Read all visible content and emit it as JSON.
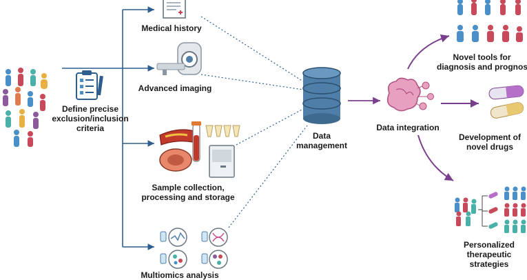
{
  "labels": {
    "criteria": [
      "Define precise",
      "exclusion/inclusion",
      "criteria"
    ],
    "medical_history": "Medical history",
    "advanced_imaging": "Advanced imaging",
    "sample": [
      "Sample collection,",
      "processing and storage"
    ],
    "multiomics": "Multiomics analysis",
    "data_management": [
      "Data",
      "management"
    ],
    "data_integration": "Data integration",
    "novel_tools": [
      "Novel tools for",
      "diagnosis and prognosis"
    ],
    "novel_drugs": [
      "Development of",
      "novel drugs"
    ],
    "personalized": [
      "Personalized",
      "therapeutic",
      "strategies"
    ]
  },
  "colors": {
    "flow_line": "#2e5e8e",
    "purple_arrow": "#7a3f8c",
    "database": "#4f7fa8",
    "brain": "#e8a0c0",
    "person_blue": "#4a8fc8",
    "person_red": "#c84a5a",
    "person_teal": "#4ab0a8"
  }
}
